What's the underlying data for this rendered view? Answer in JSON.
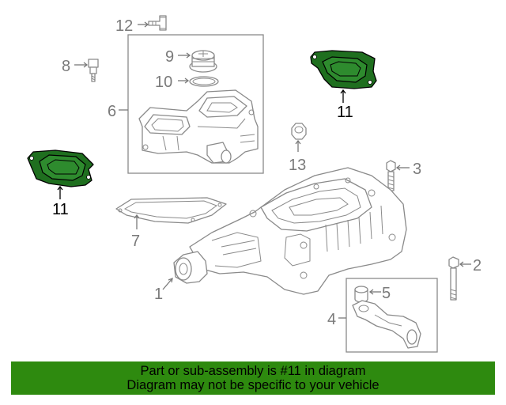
{
  "callouts": {
    "c1": "1",
    "c2": "2",
    "c3": "3",
    "c4": "4",
    "c5": "5",
    "c6": "6",
    "c7": "7",
    "c8": "8",
    "c9": "9",
    "c10": "10",
    "c11a": "11",
    "c11b": "11",
    "c12": "12",
    "c13": "13"
  },
  "highlight": {
    "part_number": "11",
    "color": "#2e8a0f"
  },
  "banner": {
    "line1": "Part or sub-assembly is #11 in diagram",
    "line2": "Diagram may not be specific to your vehicle"
  }
}
